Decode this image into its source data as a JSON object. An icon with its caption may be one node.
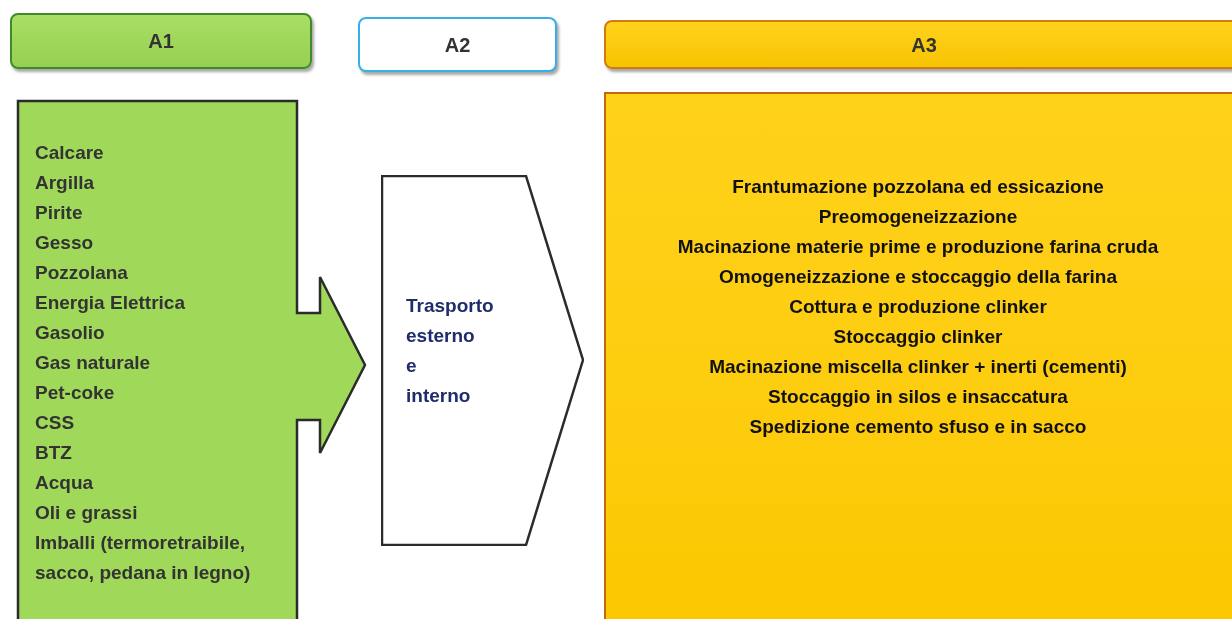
{
  "diagram": {
    "nodes": [
      {
        "text": [
          "A1"
        ]
      },
      {
        "text": [
          "A2"
        ]
      },
      {
        "text": [
          "A3"
        ]
      },
      {
        "text": [
          "Calcare",
          "Argilla",
          "Pirite",
          "Gesso",
          "Pozzolana",
          "Energia Elettrica",
          "Gasolio",
          "Gas naturale",
          "Pet-coke",
          "CSS",
          "BTZ",
          "Acqua",
          "Oli e grassi",
          "Imballi (termoretraibile, sacco, pedana in legno)"
        ]
      },
      {
        "text": [
          "Trasporto esterno e interno"
        ]
      },
      {
        "text": [
          "Frantumazione pozzolana ed essicazione",
          "Preomogeneizzazione",
          "Macinazione materie prime e produzione farina cruda",
          "Omogeneizzazione e stoccaggio della farina",
          "Cottura e produzione clinker",
          "Stoccaggio clinker",
          "Macinazione miscella clinker + inerti (cementi)",
          "Stoccaggio in silos e insaccatura",
          "Spedizione cemento sfuso e in sacco"
        ]
      }
    ]
  }
}
